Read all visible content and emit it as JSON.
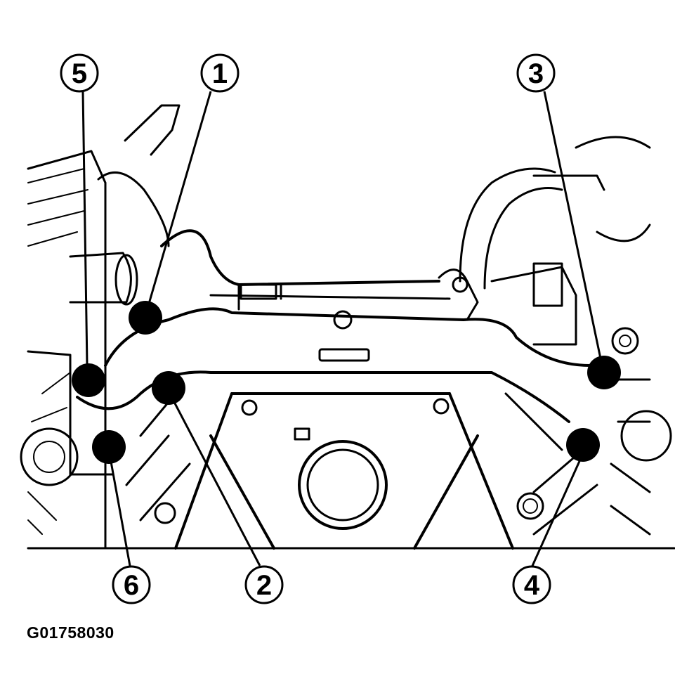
{
  "figure_code": "G01758030",
  "callouts": [
    {
      "label": "1"
    },
    {
      "label": "2"
    },
    {
      "label": "3"
    },
    {
      "label": "4"
    },
    {
      "label": "5"
    },
    {
      "label": "6"
    }
  ],
  "colors": {
    "ink": "#000000",
    "paper": "#ffffff"
  }
}
